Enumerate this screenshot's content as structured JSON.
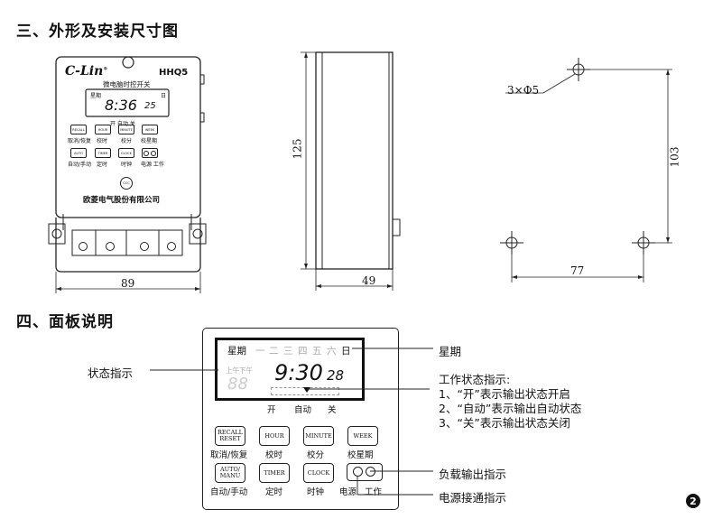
{
  "section3_title": "三、外形及安装尺寸图",
  "section4_title": "四、面板说明",
  "front": {
    "brand": "C-Lin",
    "registered": "®",
    "model": "HHQ5",
    "product_name": "微电脑时控开关",
    "lcd_week_label": "星期",
    "lcd_day_label": "日",
    "lcd_time": "8:36",
    "lcd_seconds": "25",
    "lcd_sub": "开  自动  关",
    "buttons": [
      {
        "face": "RECALL",
        "caption": "取消/恢复"
      },
      {
        "face": "HOUR",
        "caption": "校时"
      },
      {
        "face": "MINUTE",
        "caption": "校分"
      },
      {
        "face": "WEEK",
        "caption": "校星期"
      },
      {
        "face": "AUTO",
        "caption": "自动/手动"
      },
      {
        "face": "TIMER",
        "caption": "定时"
      },
      {
        "face": "CLOCK",
        "caption": "时钟"
      },
      {
        "face": "",
        "caption": "电源  工作"
      }
    ],
    "company": "欧菱电气股份有限公司",
    "cert_mark": "CCC",
    "width_dim": "89"
  },
  "side": {
    "height_dim": "125",
    "depth_dim": "49"
  },
  "mount": {
    "hole_label": "3×Φ5",
    "vertical_dim": "103",
    "horizontal_dim": "77"
  },
  "panel": {
    "week_label": "星期",
    "days": [
      "一",
      "二",
      "三",
      "四",
      "五",
      "六",
      "日"
    ],
    "ampm": "上午下午",
    "faint_digits": "88",
    "time": "9:30",
    "seconds": "28",
    "status_labels": [
      "开",
      "自动",
      "关"
    ],
    "buttons": [
      {
        "face": "RECALL\nRESET",
        "caption": "取消/恢复"
      },
      {
        "face": "HOUR",
        "caption": "校时"
      },
      {
        "face": "MINUTE",
        "caption": "校分"
      },
      {
        "face": "WEEK",
        "caption": "校星期"
      },
      {
        "face": "AUTO/\nMANU",
        "caption": "自动/手动"
      },
      {
        "face": "TIMER",
        "caption": "定时"
      },
      {
        "face": "CLOCK",
        "caption": "时钟"
      }
    ],
    "led_captions": [
      "电源",
      "工作"
    ]
  },
  "callouts": {
    "status_indicator": "状态指示",
    "week": "星期",
    "work_status_title": "工作状态指示:",
    "work_status_lines": [
      "1、“开”表示输出状态开启",
      "2、“自动”表示输出自动状态",
      "3、“关”表示输出状态关闭"
    ],
    "load_output": "负载输出指示",
    "power_on": "电源接通指示"
  },
  "page_number": "2"
}
